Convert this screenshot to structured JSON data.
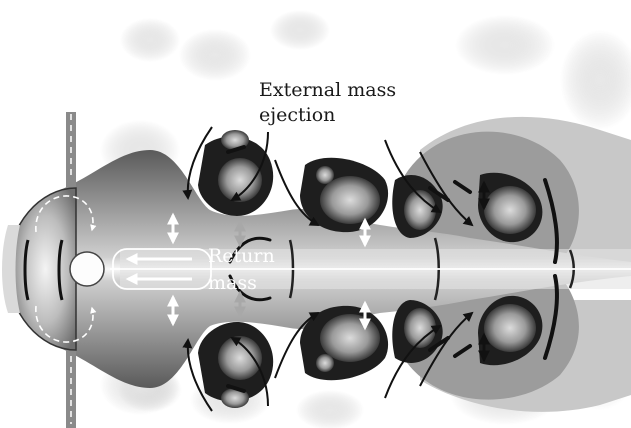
{
  "labels": {
    "external_line1": "External mass",
    "external_line2": "ejection",
    "return_line1": "Return",
    "return_line2": "mass"
  },
  "colors": {
    "background": "#ffffff",
    "dark_flow": "#1e1e1e",
    "mid_flow": "#8a8a8a",
    "light_flow": "#d4d4d4",
    "arrow_dark": "#111111",
    "arrow_light": "#ffffff",
    "arrow_grey": "#a8a8a8"
  }
}
